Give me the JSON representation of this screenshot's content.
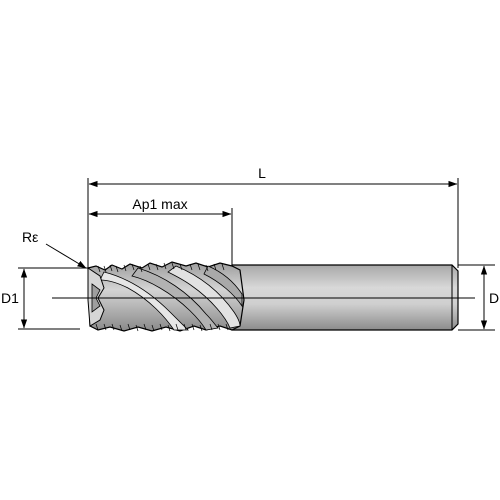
{
  "labels": {
    "overall_length": "L",
    "max_depth_of_cut": "Ap1 max",
    "corner_radius": "Rε",
    "cutting_diameter": "D1",
    "shank_diameter": "D"
  },
  "colors": {
    "tool_body": "#c9c9c9",
    "tool_shadow": "#9a9a9a",
    "tool_highlight": "#ebebeb",
    "line": "#000000"
  }
}
